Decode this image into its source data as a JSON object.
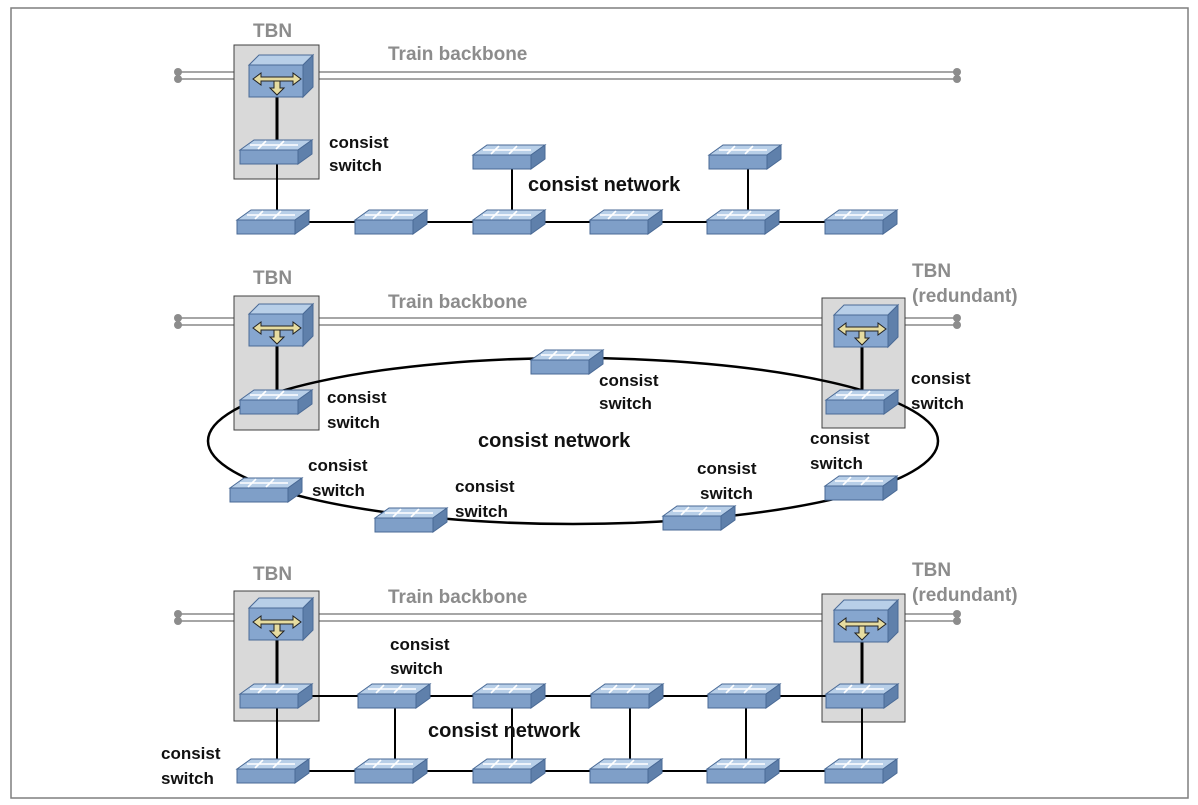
{
  "labels": {
    "tbn": "TBN",
    "tbn_redundant_1": "TBN",
    "tbn_redundant_2": "(redundant)",
    "train_backbone": "Train backbone",
    "consist_switch_1": "consist",
    "consist_switch_2": "switch",
    "consist_network": "consist network"
  },
  "colors": {
    "switch_top": "#a7c2e0",
    "switch_side": "#6f90bb",
    "switch_edge": "#4a6a96",
    "tbn_box": "#d9d9d9",
    "backbone": "#a6a6a6",
    "arrow": "#d8cf96",
    "line": "#000000",
    "label_gray": "#8c8c8c",
    "frame": "#7f7f7f"
  },
  "icons": [
    "network-switch-icon",
    "tbn-node-icon",
    "bidirectional-arrow-icon"
  ]
}
